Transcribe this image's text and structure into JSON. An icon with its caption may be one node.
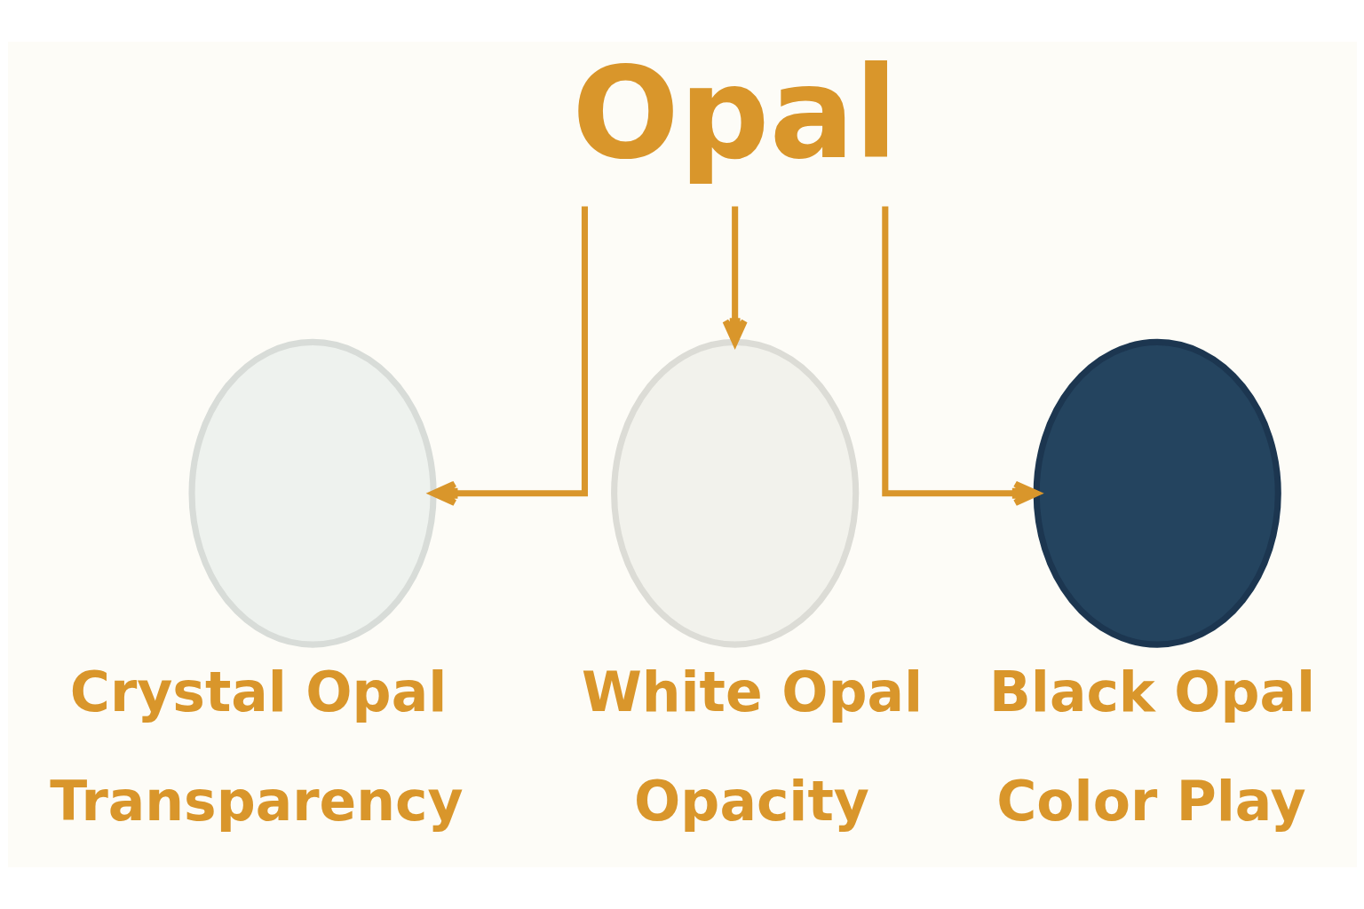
{
  "diagram": {
    "nodes": [
      {
        "text": [
          "Opal"
        ]
      },
      {
        "text": [],
        "shape": "ellipse",
        "beside": [
          "Crystal Opal",
          "Transparency"
        ]
      },
      {
        "text": [],
        "shape": "ellipse",
        "beside": [
          "White Opal",
          "Opacity"
        ]
      },
      {
        "text": [],
        "shape": "ellipse",
        "beside": [
          "Black Opal",
          "Color Play"
        ]
      }
    ],
    "edges": [
      {
        "from": 0,
        "to": 1,
        "arrow": "to"
      },
      {
        "from": 0,
        "to": 2,
        "arrow": "to"
      },
      {
        "from": 0,
        "to": 3,
        "arrow": "to"
      }
    ]
  }
}
